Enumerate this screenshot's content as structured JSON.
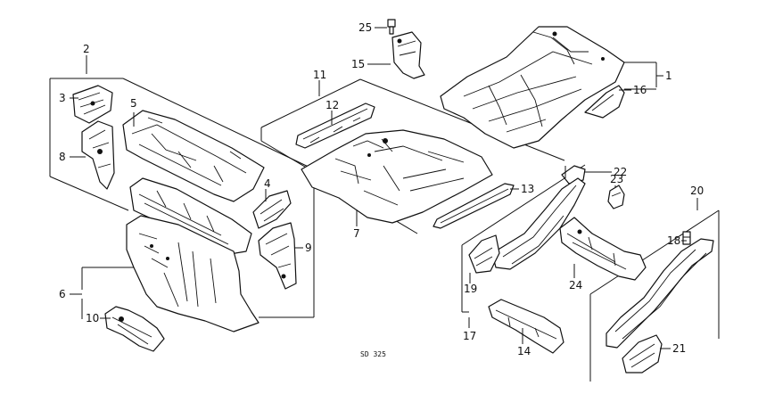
{
  "callouts": {
    "c1": "1",
    "c2": "2",
    "c3": "3",
    "c4": "4",
    "c5": "5",
    "c6": "6",
    "c7": "7",
    "c8": "8",
    "c9": "9",
    "c10": "10",
    "c11": "11",
    "c12": "12",
    "c13": "13",
    "c14": "14",
    "c15": "15",
    "c16": "16",
    "c17": "17",
    "c18": "18",
    "c19": "19",
    "c20": "20",
    "c21": "21",
    "c22": "22",
    "c23": "23",
    "c24": "24",
    "c25": "25"
  },
  "diagram_code": "SD 325"
}
